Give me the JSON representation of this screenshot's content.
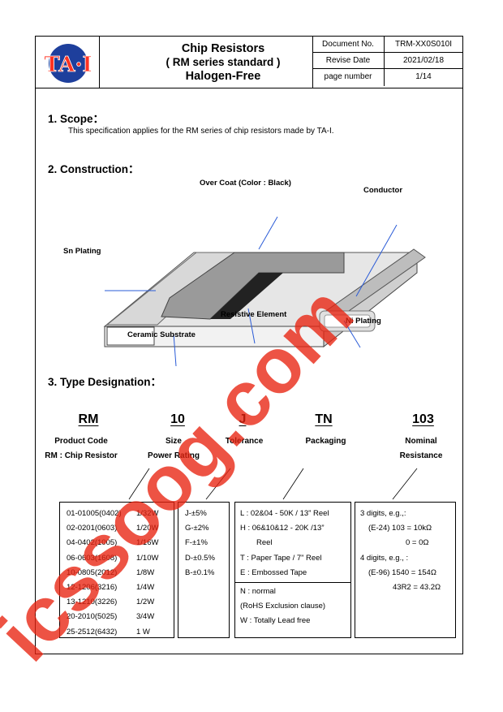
{
  "header": {
    "logo_text": "TA-I",
    "title_line1": "Chip Resistors",
    "title_line2": "( RM series standard )",
    "title_line3": "Halogen-Free",
    "doc_no_label": "Document No.",
    "doc_no_value": "TRM-XX0S010I",
    "revise_label": "Revise Date",
    "revise_value": "2021/02/18",
    "page_label": "page number",
    "page_value": "1/14"
  },
  "scope": {
    "heading": "1.  Scope：",
    "text": "This specification applies for the RM series of chip resistors made by TA-I."
  },
  "construction": {
    "heading": "2.  Construction：",
    "labels": {
      "over_coat": "Over Coat (Color : Black)",
      "conductor": "Conductor",
      "sn_plating": "Sn Plating",
      "resistive": "Resistive Element",
      "ni_plating": "Ni Plating",
      "ceramic": "Ceramic Substrate"
    }
  },
  "type": {
    "heading": "3.  Type Designation：",
    "codes": [
      "RM",
      "10",
      "J",
      "TN",
      "103"
    ],
    "captions": {
      "product": [
        "Product Code",
        "RM : Chip Resistor"
      ],
      "size": [
        "Size",
        "Power Rating"
      ],
      "tolerance": "Tolerance",
      "packaging": "Packaging",
      "nominal": [
        "Nominal",
        "Resistance"
      ]
    },
    "size_rows": [
      [
        "01-01005(0402)",
        "1/32W"
      ],
      [
        "02-0201(0603)",
        "1/20W"
      ],
      [
        "04-0402(1005)",
        "1/16W"
      ],
      [
        "06-0603(1608)",
        "1/10W"
      ],
      [
        "10-0805(2012)",
        "1/8W"
      ],
      [
        "12-1206(3216)",
        "1/4W"
      ],
      [
        "13-1210(3226)",
        "1/2W"
      ],
      [
        "20-2010(5025)",
        "3/4W"
      ],
      [
        "25-2512(6432)",
        "1 W"
      ]
    ],
    "tolerance_rows": [
      "J-±5%",
      "G-±2%",
      "F-±1%",
      "D-±0.5%",
      "B-±0.1%"
    ],
    "packaging_rows": [
      "L : 02&04 - 50K / 13” Reel",
      "H : 06&10&12 - 20K /13”",
      "Reel",
      "T : Paper Tape / 7” Reel",
      "E : Embossed Tape",
      "N : normal",
      "(RoHS Exclusion clause)",
      "W : Totally Lead free"
    ],
    "resistance_rows": [
      "3 digits, e.g.,:",
      "(E-24) 103 = 10kΩ",
      "0 = 0Ω",
      "4 digits, e.g., :",
      "(E-96) 1540 = 154Ω",
      "43R2 = 43.2Ω"
    ]
  },
  "watermark": "icssoog.com"
}
